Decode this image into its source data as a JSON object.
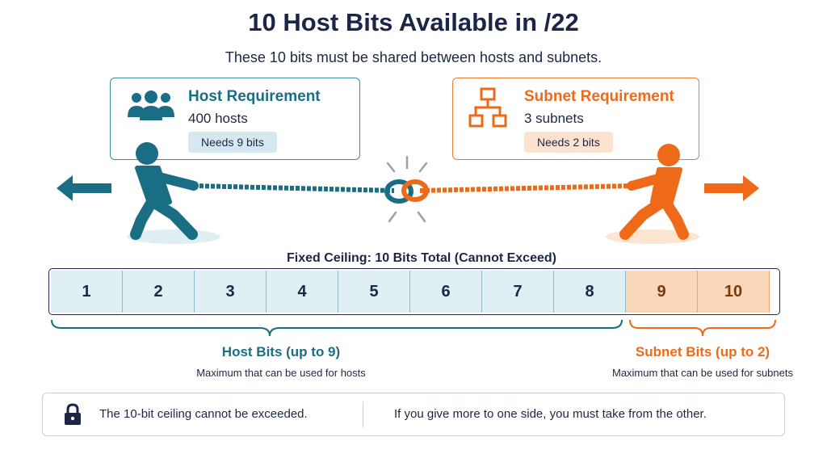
{
  "header": {
    "title": "10 Host Bits Available in /22",
    "subtitle": "These 10 bits must be shared between hosts and subnets."
  },
  "host_requirement": {
    "title": "Host Requirement",
    "value": "400 hosts",
    "needs": "Needs 9 bits",
    "icon": "users-icon"
  },
  "subnet_requirement": {
    "title": "Subnet Requirement",
    "value": "3 subnets",
    "needs": "Needs 2 bits",
    "icon": "network-tree-icon"
  },
  "ceiling": {
    "label": "Fixed Ceiling: 10 Bits Total (Cannot Exceed)",
    "bits": [
      {
        "label": "1",
        "group": "host"
      },
      {
        "label": "2",
        "group": "host"
      },
      {
        "label": "3",
        "group": "host"
      },
      {
        "label": "4",
        "group": "host"
      },
      {
        "label": "5",
        "group": "host"
      },
      {
        "label": "6",
        "group": "host"
      },
      {
        "label": "7",
        "group": "host"
      },
      {
        "label": "8",
        "group": "host"
      },
      {
        "label": "9",
        "group": "subnet"
      },
      {
        "label": "10",
        "group": "subnet"
      }
    ]
  },
  "groups": {
    "host": {
      "title": "Host Bits (up to 9)",
      "desc": "Maximum that can be used for hosts"
    },
    "subnet": {
      "title": "Subnet Bits (up to 2)",
      "desc": "Maximum that can be used for subnets"
    }
  },
  "footer": {
    "left": "The 10-bit ceiling cannot be exceeded.",
    "right": "If you give more to one side, you must take from the other.",
    "icon": "lock-icon"
  },
  "colors": {
    "host": "#1a6e84",
    "subnet": "#ee6a18",
    "dark": "#1b2547"
  }
}
